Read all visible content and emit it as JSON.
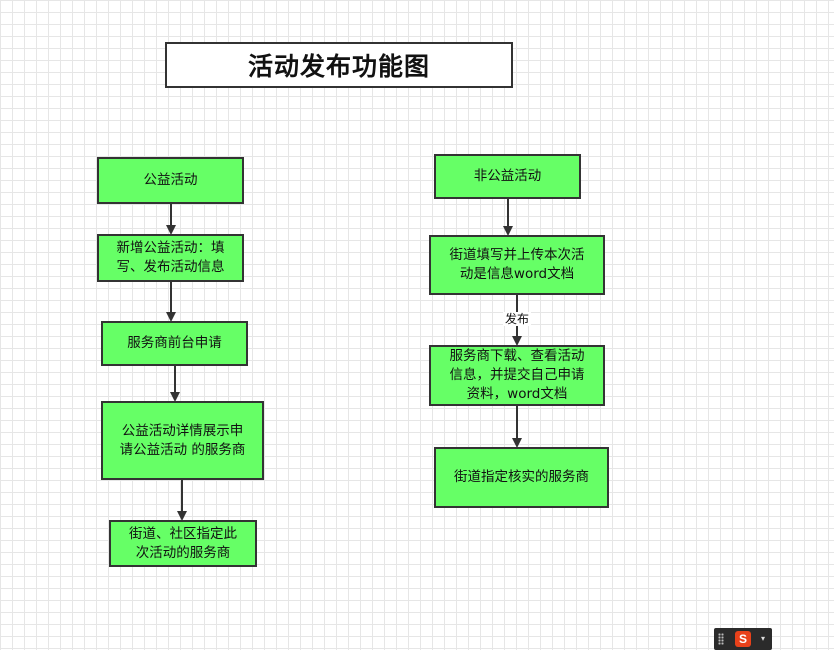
{
  "diagram": {
    "title": "活动发布功能图",
    "left_flow": [
      {
        "id": "l1",
        "lines": [
          "公益活动"
        ]
      },
      {
        "id": "l2",
        "lines": [
          "新增公益活动：填",
          "写、发布活动信息"
        ]
      },
      {
        "id": "l3",
        "lines": [
          "服务商前台申请"
        ]
      },
      {
        "id": "l4",
        "lines": [
          "公益活动详情展示申",
          "请公益活动 的服务商"
        ]
      },
      {
        "id": "l5",
        "lines": [
          "街道、社区指定此",
          "次活动的服务商"
        ]
      }
    ],
    "right_flow": [
      {
        "id": "r1",
        "lines": [
          "非公益活动"
        ]
      },
      {
        "id": "r2",
        "lines": [
          "街道填写并上传本次活",
          "动是信息word文档"
        ]
      },
      {
        "id": "r3",
        "lines": [
          "服务商下载、查看活动",
          "信息，并提交自己申请",
          "资料，word文档"
        ]
      },
      {
        "id": "r4",
        "lines": [
          "街道指定核实的服务商"
        ]
      }
    ],
    "edges": [
      {
        "from": "l1",
        "to": "l2",
        "label": ""
      },
      {
        "from": "l2",
        "to": "l3",
        "label": ""
      },
      {
        "from": "l3",
        "to": "l4",
        "label": ""
      },
      {
        "from": "l4",
        "to": "l5",
        "label": ""
      },
      {
        "from": "r1",
        "to": "r2",
        "label": ""
      },
      {
        "from": "r2",
        "to": "r3",
        "label": "发布"
      },
      {
        "from": "r3",
        "to": "r4",
        "label": ""
      }
    ],
    "colors": {
      "node_fill": "#66ff66",
      "node_stroke": "#333333",
      "edge": "#333333"
    }
  },
  "taskbar": {
    "logo_letter": "S"
  }
}
